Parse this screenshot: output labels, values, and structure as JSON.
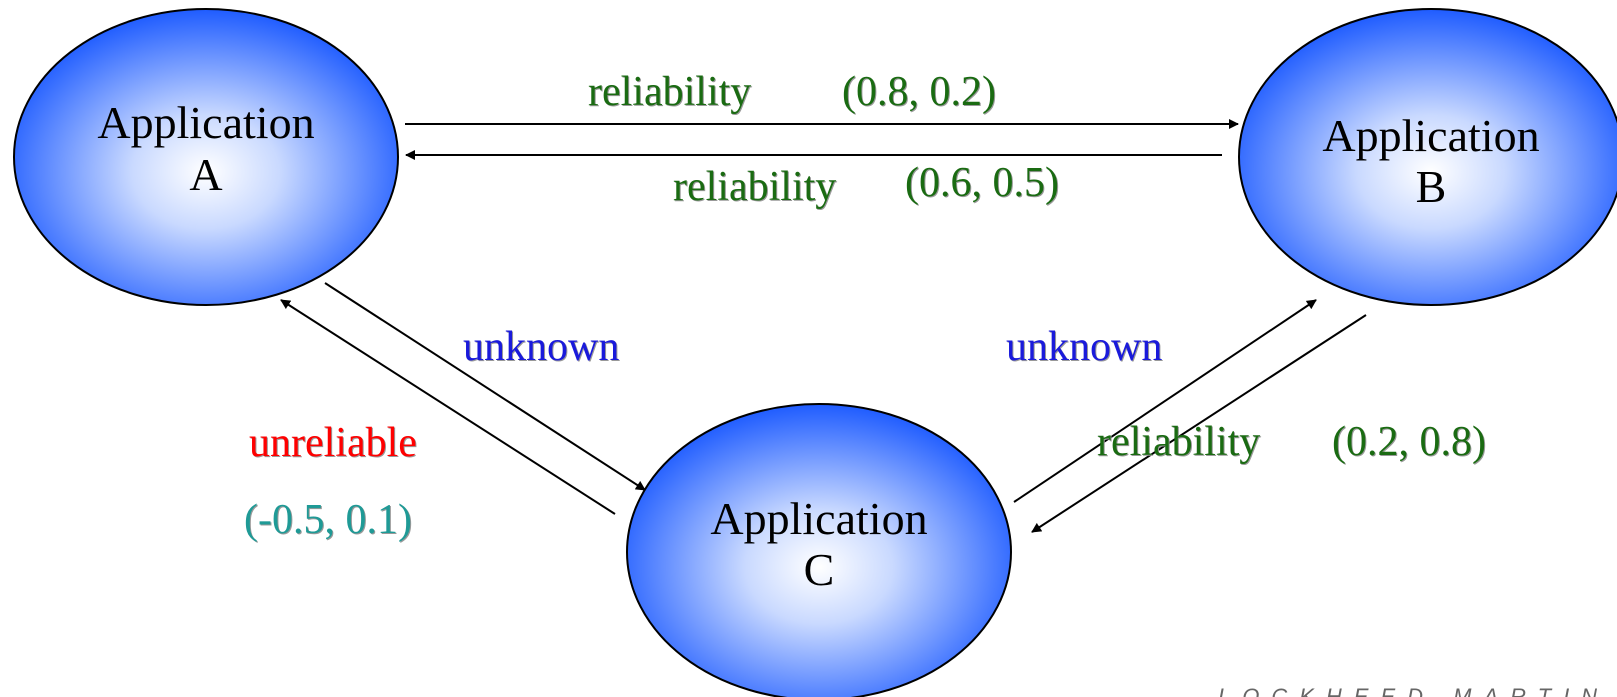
{
  "colors": {
    "node_fill_center": "#ffffff",
    "node_fill_edge": "#1f5cff",
    "node_stroke": "#000000",
    "arrow": "#000000",
    "label_green": "#1a6b12",
    "label_blue": "#1a1adb",
    "label_red": "#ff0000",
    "label_teal": "#1f9a96",
    "logo": "#666666"
  },
  "nodes": [
    {
      "id": "A",
      "line1": "Application",
      "line2": "A"
    },
    {
      "id": "B",
      "line1": "Application",
      "line2": "B"
    },
    {
      "id": "C",
      "line1": "Application",
      "line2": "C"
    }
  ],
  "edges": {
    "a_to_b": {
      "label": "reliability",
      "value": "(0.8, 0.2)"
    },
    "b_to_a": {
      "label": "reliability",
      "value": "(0.6, 0.5)"
    },
    "a_to_c": {
      "label": "unknown"
    },
    "c_to_a": {
      "label": "unreliable",
      "value": "(-0.5, 0.1)"
    },
    "c_to_b": {
      "label": "unknown"
    },
    "b_to_c": {
      "label": "reliability",
      "value": "(0.2, 0.8)"
    }
  },
  "logo": {
    "text": "LOCKHEED MARTIN"
  }
}
